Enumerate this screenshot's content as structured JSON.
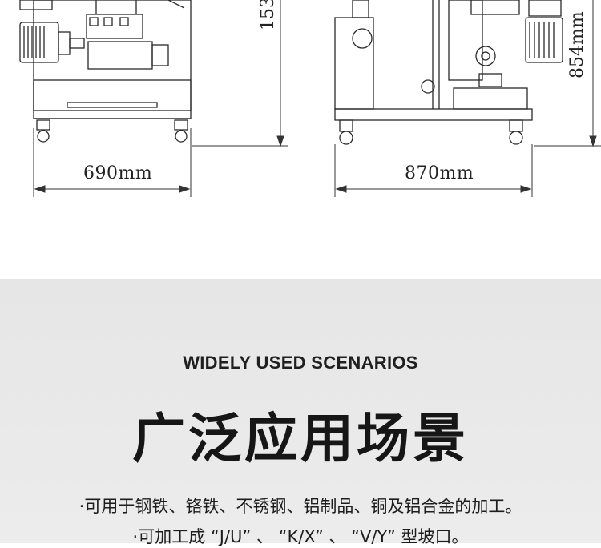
{
  "drawing": {
    "left_width_label": "690mm",
    "right_width_label": "870mm",
    "left_height_label": "153",
    "right_height_label": "854mm"
  },
  "scenarios": {
    "title_en": "WIDELY USED SCENARIOS",
    "title_cn": "广泛应用场景",
    "bullets": [
      "·可用于钢铁、铬铁、不锈钢、铝制品、铜及铝合金的加工。",
      "·可加工成 “J/U” 、 “K/X” 、 “V/Y” 型坡口。"
    ]
  }
}
